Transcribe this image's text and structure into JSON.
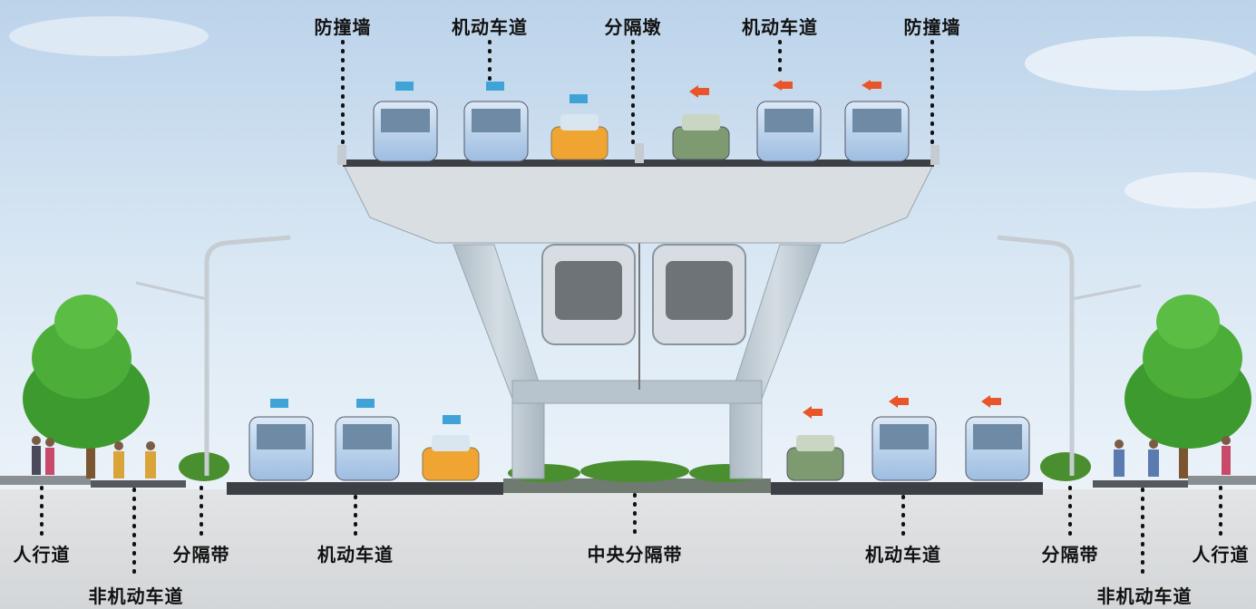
{
  "labels": {
    "top": {
      "crash_barrier_left": "防撞墙",
      "motor_lane_upper_left": "机动车道",
      "separator_pier": "分隔墩",
      "motor_lane_upper_right": "机动车道",
      "crash_barrier_right": "防撞墙"
    },
    "bottom": {
      "sidewalk_left": "人行道",
      "non_motor_lane_left": "非机动车道",
      "divider_strip_left": "分隔带",
      "motor_lane_lower_left": "机动车道",
      "central_divider": "中央分隔带",
      "motor_lane_lower_right": "机动车道",
      "divider_strip_right": "分隔带",
      "non_motor_lane_right": "非机动车道",
      "sidewalk_right": "人行道"
    }
  },
  "colors": {
    "label_text": "#111111",
    "direction_left": "#3fa3d8",
    "direction_right": "#e8552a",
    "structure": "#c9d3da",
    "tree": "#3d9a2e"
  }
}
